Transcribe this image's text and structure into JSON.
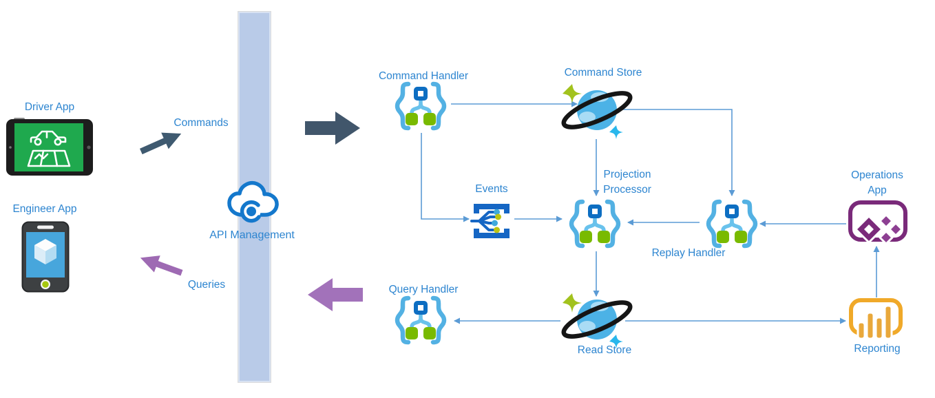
{
  "diagram": {
    "title_context": "CQRS event-sourcing architecture diagram",
    "labels": {
      "driver_app": "Driver App",
      "engineer_app": "Engineer App",
      "commands": "Commands",
      "queries": "Queries",
      "api_management": "API Management",
      "command_handler": "Command Handler",
      "command_store": "Command Store",
      "events": "Events",
      "projection_line1": "Projection",
      "projection_line2": "Processor",
      "replay_handler": "Replay Handler",
      "operations_line1": "Operations",
      "operations_line2": "App",
      "query_handler": "Query Handler",
      "read_store": "Read Store",
      "reporting": "Reporting"
    },
    "icons": {
      "driver_app": "tablet-car-map-icon",
      "engineer_app": "phone-cube-icon",
      "api_management": "cloud-api-management-icon",
      "command_handler": "curly-braces-handler-icon",
      "query_handler": "curly-braces-handler-icon",
      "projection_processor": "curly-braces-handler-icon",
      "replay_handler": "curly-braces-handler-icon",
      "command_store": "cosmos-db-globe-icon",
      "read_store": "cosmos-db-globe-icon",
      "events": "event-hubs-icon",
      "operations_app": "power-apps-icon",
      "reporting": "power-bi-icon",
      "commands_flow": "small-right-up-arrow",
      "queries_flow": "small-left-up-arrow",
      "inbound_flow": "large-right-arrow",
      "outbound_flow": "large-left-arrow"
    },
    "colors": {
      "label_text": "#2d85d0",
      "connector_line": "#5b9bd5",
      "gateway_bar": "#b9cbe8",
      "dark_arrow": "#41566b",
      "purple_arrow": "#a272ba",
      "brace_blue": "#53b1e3",
      "handler_node_blue": "#0d6ec2",
      "handler_node_green": "#79ba00",
      "cosmos_globe_blue": "#4cb2e6",
      "cosmos_ring_black": "#151515",
      "cosmos_sparkle_green": "#a2c21d",
      "cosmos_sparkle_blue": "#29b7ec",
      "events_blue": "#1566c4",
      "power_apps_purple": "#7a2a7a",
      "power_bi_gold": "#f0a929",
      "driver_screen_green": "#1fa94e",
      "engineer_screen_blue": "#47a6dc",
      "cloud_blue": "#1478cc"
    },
    "connections": [
      "Command Handler -> Command Store",
      "Command Handler -> Events",
      "Events -> Projection Processor",
      "Command Store -> Projection Processor",
      "Command Store -> Replay Handler",
      "Replay Handler -> Projection Processor",
      "Operations App -> Replay Handler",
      "Projection Processor -> Read Store",
      "Read Store -> Query Handler",
      "Read Store -> Reporting",
      "Reporting -> Operations App"
    ]
  }
}
